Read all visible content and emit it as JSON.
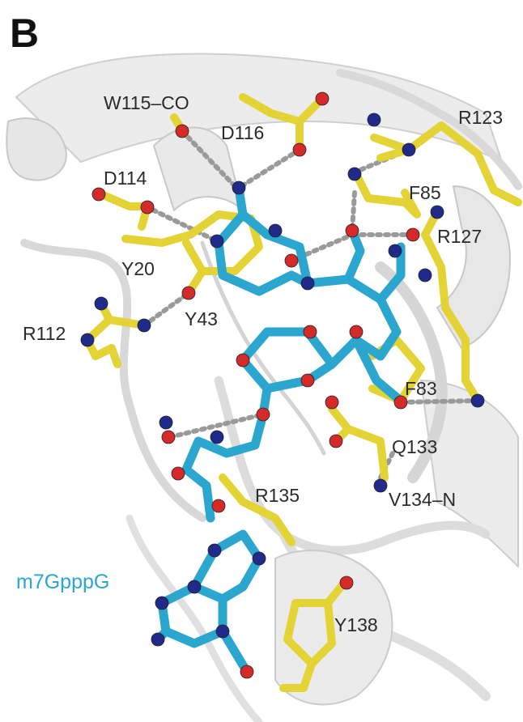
{
  "panel_letter": "B",
  "ligand_label": "m7GpppG",
  "residue_labels": {
    "w115": "W115–CO",
    "d116": "D116",
    "r123": "R123",
    "d114": "D114",
    "f85": "F85",
    "r127": "R127",
    "y20": "Y20",
    "y43": "Y43",
    "r112": "R112",
    "f83": "F83",
    "q133": "Q133",
    "r135": "R135",
    "v134": "V134–N",
    "y138": "Y138"
  },
  "colors": {
    "ribbon": "#e3e3e3",
    "ribbon_edge": "#c4c4c4",
    "protein_sticks": "#e3d335",
    "protein_sticks_dark": "#b8a820",
    "ligand_sticks": "#2ba6cf",
    "ligand_sticks_dark": "#1a7fa3",
    "oxygen": "#d42a2a",
    "nitrogen": "#1f2a8a",
    "hbond": "#9a9a9a",
    "ligand_label": "#2ba6cf"
  }
}
